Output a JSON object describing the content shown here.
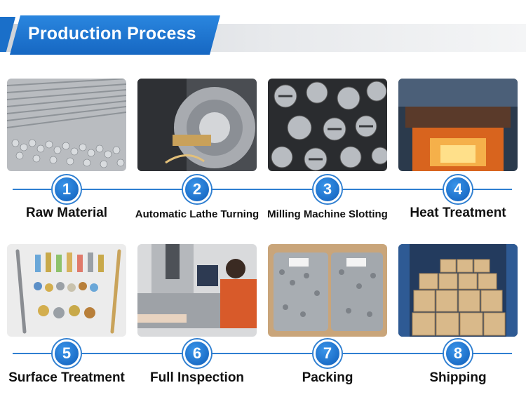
{
  "header": {
    "title": "Production Process"
  },
  "steps": [
    {
      "number": "1",
      "label": "Raw Material"
    },
    {
      "number": "2",
      "label": "Automatic Lathe Turning"
    },
    {
      "number": "3",
      "label": "Milling Machine Slotting"
    },
    {
      "number": "4",
      "label": "Heat Treatment"
    },
    {
      "number": "5",
      "label": "Surface Treatment"
    },
    {
      "number": "6",
      "label": "Full Inspection"
    },
    {
      "number": "7",
      "label": "Packing"
    },
    {
      "number": "8",
      "label": "Shipping"
    }
  ],
  "colors": {
    "accent": "#1a6fc9",
    "timeline": "#2f7fd1",
    "label_text": "#111111"
  }
}
